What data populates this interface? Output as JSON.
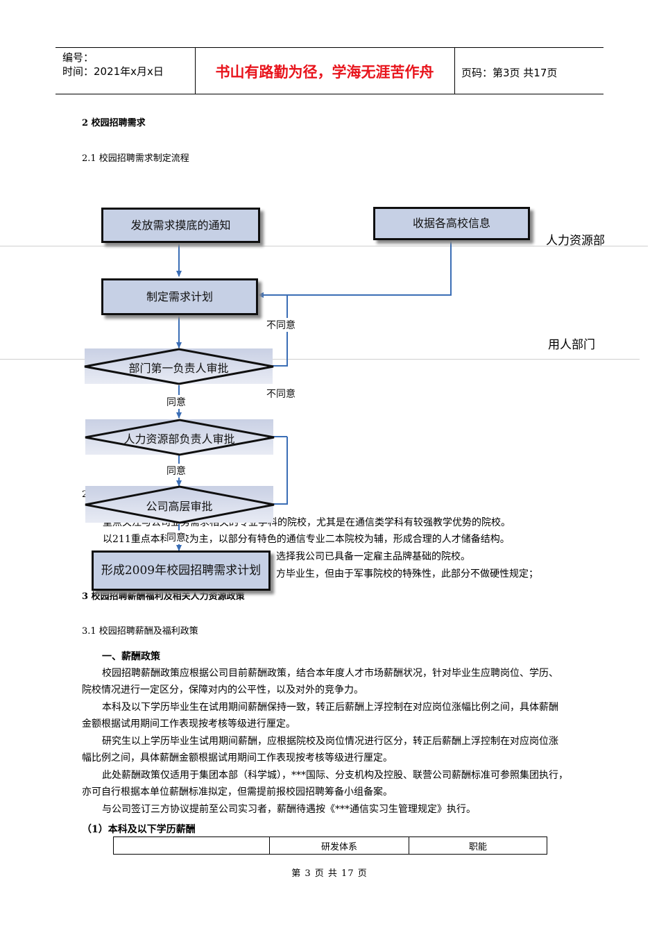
{
  "header": {
    "number_label": "编号：",
    "time_label": "时间：2021年x月x日",
    "motto": "书山有路勤为径，学海无涯苦作舟",
    "page_label": "页码：第3页  共17页"
  },
  "section2": {
    "title": "2  校园招聘需求",
    "sub1": "2.1  校园招聘需求制定流程",
    "sub2_fragment": "2"
  },
  "flowchart": {
    "box_notice": "发放需求摸底的通知",
    "box_collect": "收据各高校信息",
    "box_plan": "制定需求计划",
    "diamond_dept": "部门第一负责人审批",
    "diamond_hr": "人力资源部负责人审批",
    "diamond_exec": "公司高层审批",
    "box_final": "形成2009年校园招聘需求计划",
    "label_disagree_1": "不同意",
    "label_disagree_2": "不同意",
    "label_agree_1": "同意",
    "label_agree_2": "同意",
    "label_agree_3": "同意",
    "lane_hr": "人力资源部",
    "lane_user": "用人部门"
  },
  "behind_text": {
    "line1": "重点关注与公司业务需求相关的专业学科的院校，尤其是在通信类学科有较强教学优势的院校。",
    "line2": "以211重点本科院校为主，以部分有特色的通信专业二本院校为辅，形成合理的人才储备结构。",
    "line3": "选择我公司已具备一定雇主品牌基础的院校。",
    "line4": "方毕业生，但由于军事院校的特殊性，此部分不做硬性规定；",
    "line5": "3  校园招聘薪酬福利及相关人力资源政策"
  },
  "section3": {
    "sub1": "3.1  校园招聘薪酬及福利政策",
    "heading1": "一、薪酬政策",
    "p1a": "校园招聘薪酬政策应根据公司目前薪酬政策，结合本年度人才市场薪酬状况，针对毕业生应聘岗位、学历、",
    "p1b": "院校情况进行一定区分，保障对内的公平性，以及对外的竞争力。",
    "p2a": "本科及以下学历毕业生在试用期间薪酬保持一致，转正后薪酬上浮控制在对应岗位涨幅比例之间，具体薪酬",
    "p2b": "金额根据试用期间工作表现按考核等级进行厘定。",
    "p3a": "研究生以上学历毕业生试用期间薪酬，应根据院校及岗位情况进行区分，转正后薪酬上浮控制在对应岗位涨",
    "p3b": "幅比例之间，具体薪酬金额根据试用期间工作表现按考核等级进行厘定。",
    "p4a": "此处薪酬政策仅适用于集团本部（科学城），***国际、分支机构及控股、联营公司薪酬标准可参照集团执行，",
    "p4b": "亦可自行根据本单位薪酬标准拟定，但需提前报校园招聘筹备小组备案。",
    "p5": "与公司签订三方协议提前至公司实习者，薪酬待遇按《***通信实习生管理规定》执行。",
    "heading2": "（1）本科及以下学历薪酬",
    "table_headers": [
      "",
      "研发体系",
      "职能"
    ]
  },
  "footer": "第 3 页 共 17 页"
}
